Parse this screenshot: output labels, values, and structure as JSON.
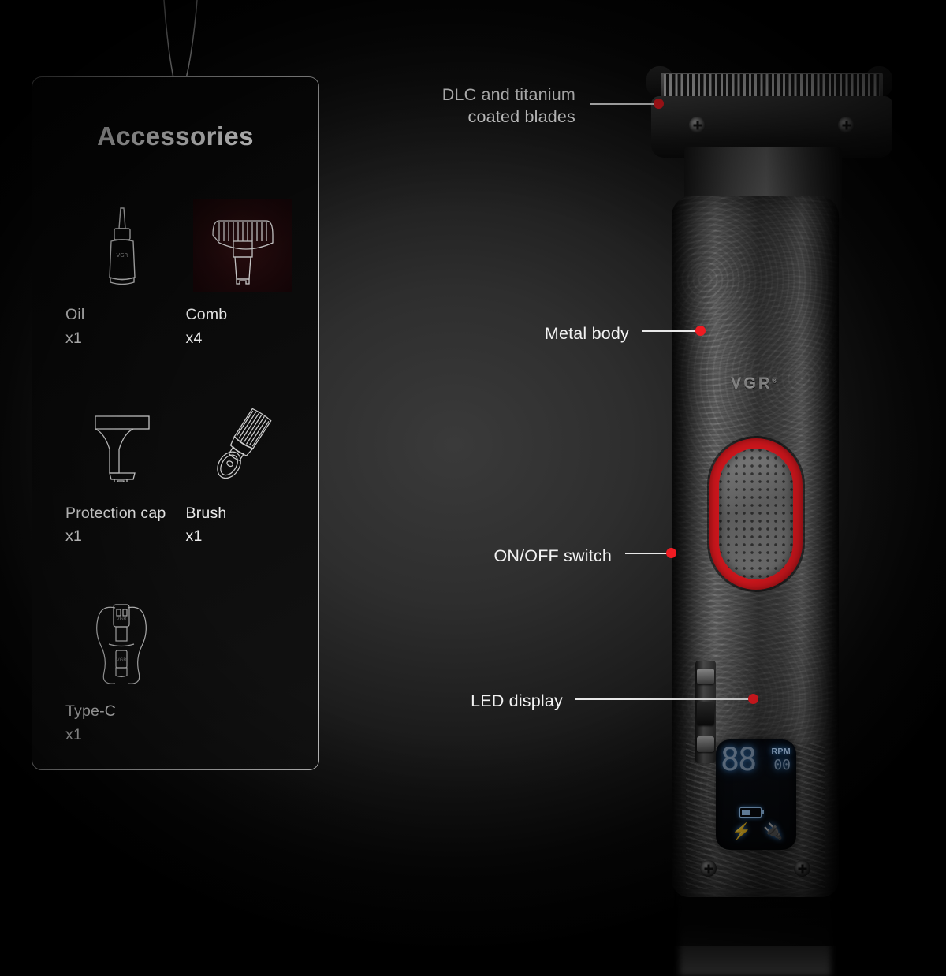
{
  "meta": {
    "background_color": "#000000",
    "accent_color": "#ef1b22",
    "text_color": "#f2f2f2"
  },
  "panel": {
    "title": "Accessories",
    "hang_ring_icon": "hang-ring-icon",
    "accessories": [
      {
        "name": "Oil",
        "qty": "x1",
        "icon": "oil-bottle-icon",
        "tinted": false
      },
      {
        "name": "Comb",
        "qty": "x4",
        "icon": "guide-comb-icon",
        "tinted": true
      },
      {
        "name": "Protection cap",
        "qty": "x1",
        "icon": "protection-cap-icon",
        "tinted": false
      },
      {
        "name": "Brush",
        "qty": "x1",
        "icon": "cleaning-brush-icon",
        "tinted": false
      },
      {
        "name": "Type-C",
        "qty": "x1",
        "icon": "type-c-cable-icon",
        "tinted": false
      }
    ]
  },
  "callouts": [
    {
      "id": "blades",
      "line1": "DLC and titanium",
      "line2": "coated blades"
    },
    {
      "id": "body",
      "line1": "Metal body",
      "line2": ""
    },
    {
      "id": "switch",
      "line1": "ON/OFF switch",
      "line2": ""
    },
    {
      "id": "led",
      "line1": "LED display",
      "line2": ""
    }
  ],
  "product": {
    "brand": "VGR",
    "brand_mark": "®",
    "led_display": {
      "digits": "88",
      "rpm_label": "RPM",
      "rpm_value": "00",
      "battery_icon": "battery-icon",
      "bolt_icon": "charging-bolt-icon",
      "plug_icon": "power-plug-icon"
    }
  }
}
